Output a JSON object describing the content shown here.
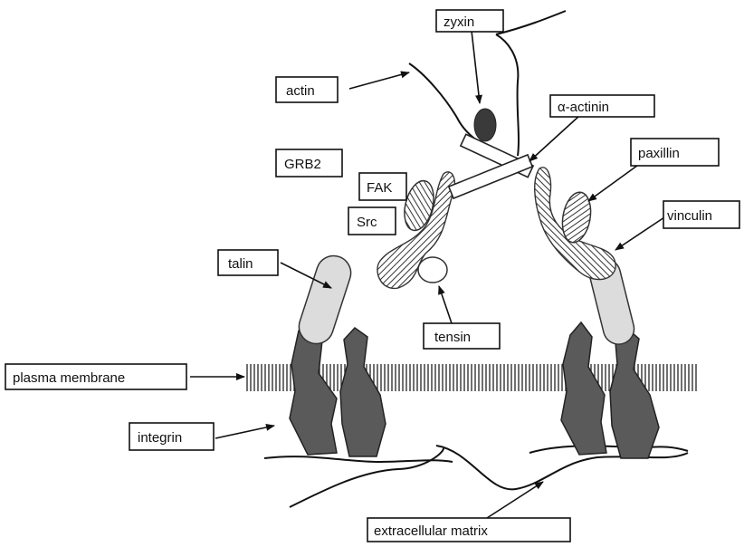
{
  "labels": {
    "zyxin": "zyxin",
    "actin": "actin",
    "alpha_actinin": "α-actinin",
    "grb2": "GRB2",
    "fak": "FAK",
    "paxillin": "paxillin",
    "src": "Src",
    "vinculin": "vinculin",
    "talin": "talin",
    "tensin": "tensin",
    "plasma_membrane": "plasma membrane",
    "integrin": "integrin",
    "extracellular_matrix": "extracellular matrix"
  },
  "colors": {
    "integrin_fill": "#5a5a5a",
    "talin_fill": "#dcdcdc",
    "hatch": "#333333",
    "zyxin_fill": "#3a3a3a"
  }
}
